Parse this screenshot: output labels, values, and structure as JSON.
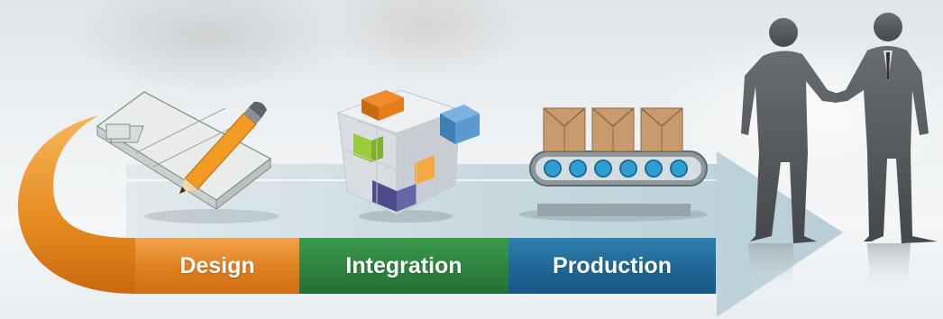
{
  "stages": [
    {
      "label": "Design",
      "color": "#e0841f"
    },
    {
      "label": "Integration",
      "color": "#2f8541"
    },
    {
      "label": "Production",
      "color": "#1f6796"
    }
  ],
  "icons": {
    "design": "circuit-board-pencil-icon",
    "integration": "puzzle-cube-icon",
    "production": "conveyor-belt-boxes-icon",
    "outcome": "handshake-businessmen-icon"
  },
  "colors": {
    "arrow_body": "#c9dbe2",
    "swoosh": "#e8961f",
    "silhouette": "#5f6264"
  }
}
